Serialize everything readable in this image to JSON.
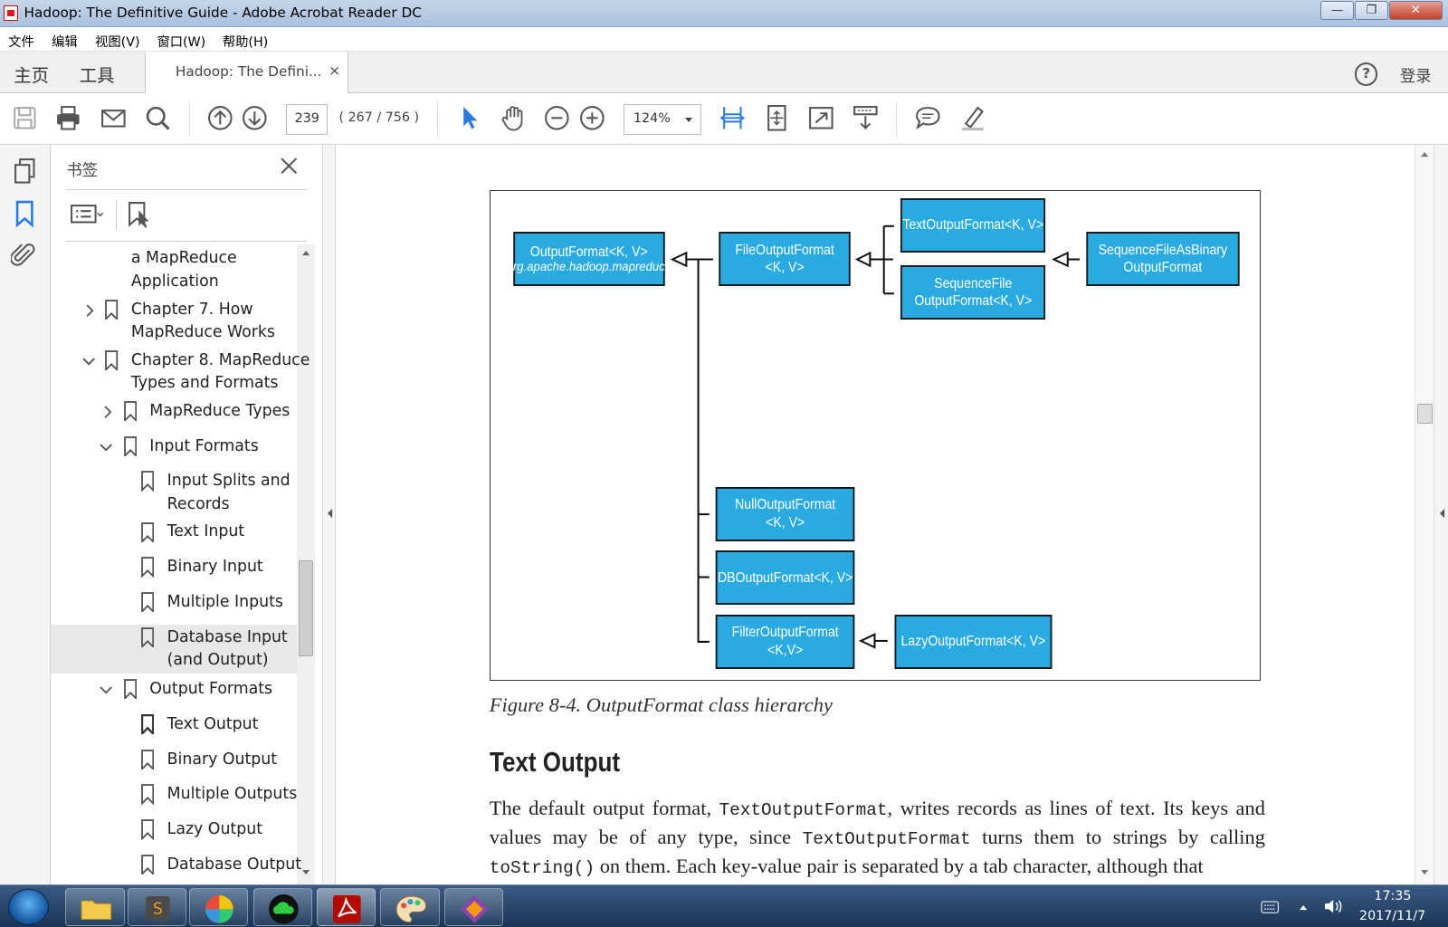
{
  "window": {
    "title": "Hadoop: The Definitive Guide - Adobe Acrobat Reader DC",
    "min": "—",
    "max": "❐",
    "close": "✕"
  },
  "menu": {
    "items": [
      "文件",
      "编辑",
      "视图(V)",
      "窗口(W)",
      "帮助(H)"
    ]
  },
  "tabs": {
    "home": "主页",
    "tools": "工具",
    "doc": "Hadoop: The Defini...",
    "close": "×",
    "help": "?",
    "login": "登录"
  },
  "toolbar": {
    "page": "239",
    "page_count": "( 267 / 756 )",
    "zoom": "124%"
  },
  "bookmarks": {
    "title": "书签",
    "items": [
      {
        "label_line1": "a MapReduce",
        "label_line2": "Application"
      },
      {
        "label_line1": "Chapter 7. How",
        "label_line2": "MapReduce Works"
      },
      {
        "label_line1": "Chapter 8. MapReduce",
        "label_line2": "Types and Formats"
      },
      {
        "label": "MapReduce Types"
      },
      {
        "label": "Input Formats"
      },
      {
        "label_line1": "Input Splits and",
        "label_line2": "Records"
      },
      {
        "label": "Text Input"
      },
      {
        "label": "Binary Input"
      },
      {
        "label": "Multiple Inputs"
      },
      {
        "label_line1": "Database Input",
        "label_line2": "(and Output)"
      },
      {
        "label": "Output Formats"
      },
      {
        "label": "Text Output"
      },
      {
        "label": "Binary Output"
      },
      {
        "label": "Multiple Outputs"
      },
      {
        "label": "Lazy Output"
      },
      {
        "label": "Database Output"
      }
    ]
  },
  "figure": {
    "nodes": {
      "output_format": {
        "line1": "OutputFormat<K, V>",
        "line2": "org.apache.hadoop.mapreduce"
      },
      "file_output_format": {
        "line1": "FileOutputFormat",
        "line2": "<K, V>"
      },
      "text_output_format": {
        "line1": "TextOutputFormat<K, V>"
      },
      "sequence_file_output_format": {
        "line1": "SequenceFile",
        "line2": "OutputFormat<K, V>"
      },
      "sequence_file_as_binary": {
        "line1": "SequenceFileAsBinary",
        "line2": "OutputFormat"
      },
      "null_output_format": {
        "line1": "NullOutputFormat",
        "line2": "<K, V>"
      },
      "db_output_format": {
        "line1": "DBOutputFormat<K, V>"
      },
      "filter_output_format": {
        "line1": "FilterOutputFormat",
        "line2": "<K,V>"
      },
      "lazy_output_format": {
        "line1": "LazyOutputFormat<K, V>"
      }
    },
    "caption": "Figure 8-4. OutputFormat class hierarchy"
  },
  "section": {
    "heading": "Text Output",
    "p1": "The default output format, ",
    "c1": "TextOutputFormat",
    "p2": ", writes records as lines of text. Its keys and values may be of any type, since ",
    "c2": "TextOutputFormat",
    "p3": " turns them to strings by calling ",
    "c3": "toString()",
    "p4": " on them. Each key-value pair is separated by a tab character, although that"
  },
  "taskbar": {
    "time": "17:35",
    "date": "2017/11/7"
  }
}
